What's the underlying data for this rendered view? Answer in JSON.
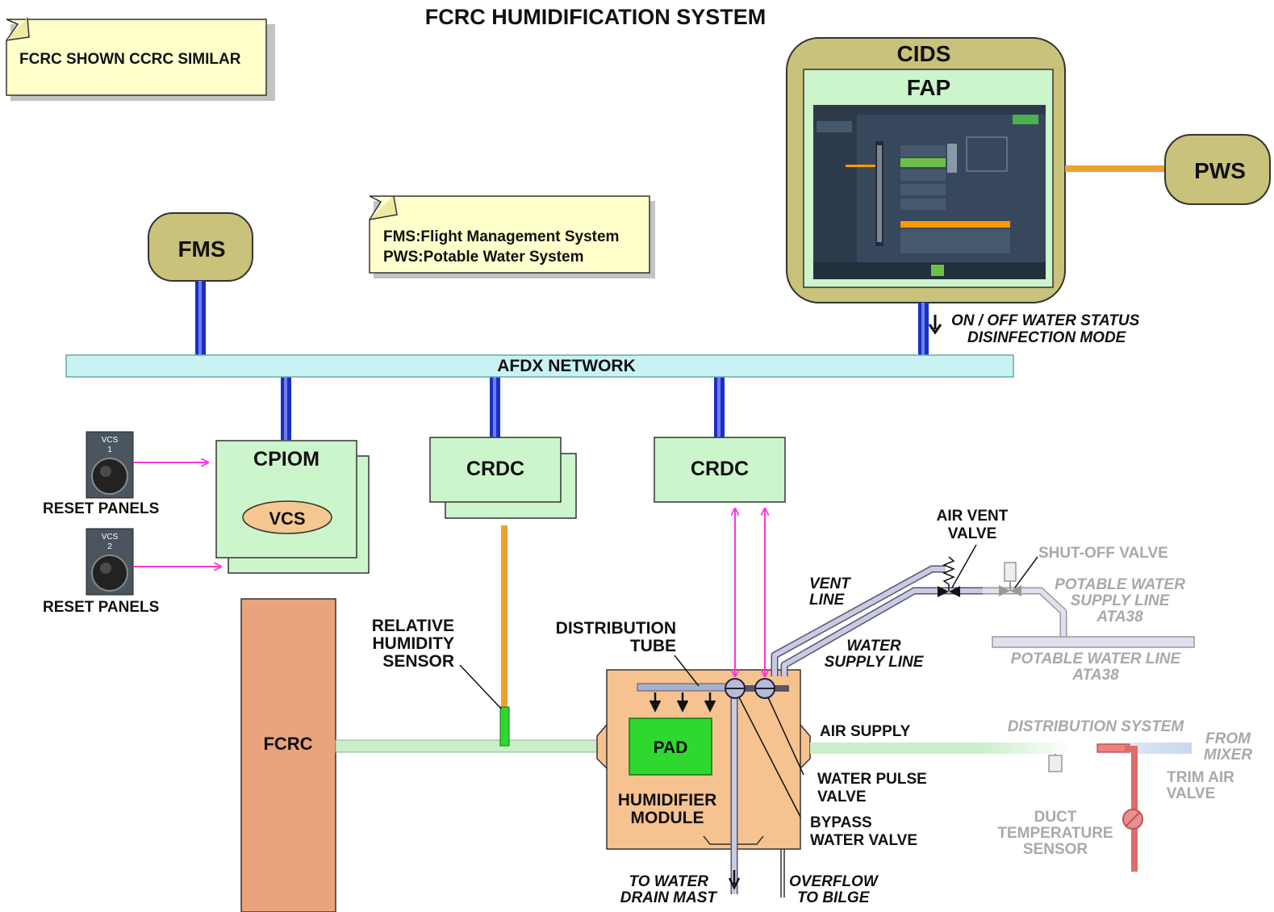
{
  "title": "FCRC HUMIDIFICATION SYSTEM",
  "notes": {
    "scope": "FCRC SHOWN CCRC SIMILAR",
    "abbreviations": [
      "FMS:Flight Management System",
      "PWS:Potable Water System"
    ]
  },
  "blocks": {
    "cids": "CIDS",
    "fap": "FAP",
    "pws": "PWS",
    "fms": "FMS",
    "network": "AFDX NETWORK",
    "cpiom": "CPIOM",
    "vcs": "VCS",
    "crdc_left": "CRDC",
    "crdc_right": "CRDC",
    "fcrc": "FCRC",
    "pad": "PAD",
    "humidifier": [
      "HUMIDIFIER",
      "MODULE"
    ]
  },
  "fap_status": [
    "ON / OFF WATER STATUS",
    "DISINFECTION MODE"
  ],
  "reset_panels": [
    {
      "badge": [
        "VCS",
        "1"
      ],
      "label": "RESET PANELS"
    },
    {
      "badge": [
        "VCS",
        "2"
      ],
      "label": "RESET PANELS"
    }
  ],
  "labels": {
    "rh_sensor": [
      "RELATIVE",
      "HUMIDITY",
      "SENSOR"
    ],
    "dist_tube": [
      "DISTRIBUTION",
      "TUBE"
    ],
    "air_vent_valve": [
      "AIR VENT",
      "VALVE"
    ],
    "vent_line": [
      "VENT",
      "LINE"
    ],
    "water_supply_line": [
      "WATER",
      "SUPPLY LINE"
    ],
    "shutoff_valve": "SHUT-OFF VALVE",
    "potable_supply": [
      "POTABLE WATER",
      "SUPPLY LINE",
      "ATA38"
    ],
    "potable_line": [
      "POTABLE WATER LINE",
      "ATA38"
    ],
    "air_supply": "AIR SUPPLY",
    "distribution_system": "DISTRIBUTION SYSTEM",
    "from_mixer": [
      "FROM",
      "MIXER"
    ],
    "trim_air_valve": [
      "TRIM AIR",
      "VALVE"
    ],
    "duct_temp_sensor": [
      "DUCT",
      "TEMPERATURE",
      "SENSOR"
    ],
    "water_pulse_valve": [
      "WATER PULSE",
      "VALVE"
    ],
    "bypass_valve": [
      "BYPASS",
      "WATER VALVE"
    ],
    "drain": [
      "TO WATER",
      "DRAIN MAST"
    ],
    "overflow": [
      "OVERFLOW",
      "TO BILGE"
    ]
  },
  "colors": {
    "note_fill": "#ffffcc",
    "block_olive": "#c8c27a",
    "block_green": "#ccf5cc",
    "network_fill": "#c9f3f3",
    "bus_blue": "#1a2ec8",
    "fcrc_fill": "#e9a37d",
    "humidifier_fill": "#f6c28f",
    "pad_green": "#2ed82e",
    "signal_magenta": "#ff33dd",
    "orange_link": "#f0a030"
  }
}
